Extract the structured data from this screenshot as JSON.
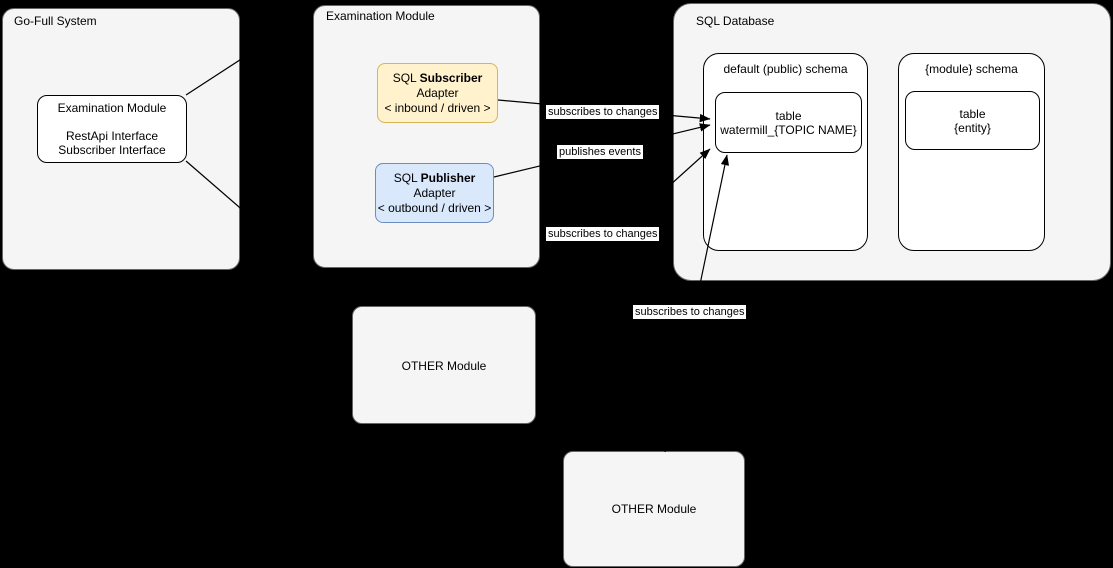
{
  "canvas": {
    "background": "#000000"
  },
  "colors": {
    "container_fill": "#f5f5f5",
    "container_border": "#666666",
    "box_border": "#000000",
    "subscriber_fill": "#FFF2CC",
    "subscriber_border": "#D6B656",
    "publisher_fill": "#DAE8FC",
    "publisher_border": "#6C8EBF",
    "edge_color": "#000000"
  },
  "go_full_system": {
    "title": "Go-Full System",
    "inner_module": {
      "line1": "Examination Module",
      "line2": "RestApi Interface",
      "line3": "Subscriber Interface"
    }
  },
  "examination_module": {
    "title": "Examination Module",
    "subscriber_adapter": {
      "line1_normal": "SQL ",
      "line1_bold": "Subscriber",
      "line2": "Adapter",
      "line3": "< inbound / driven >"
    },
    "publisher_adapter": {
      "line1_normal": "SQL ",
      "line1_bold": "Publisher",
      "line2": "Adapter",
      "line3": "< outbound / driven >"
    }
  },
  "sql_database": {
    "title": "SQL Database",
    "default_schema": {
      "title": "default (public) schema",
      "table": {
        "line1": "table",
        "line2": "watermill_{TOPIC NAME}"
      }
    },
    "module_schema": {
      "title": "{module} schema",
      "table": {
        "line1": "table",
        "line2": "{entity}"
      }
    }
  },
  "other_module_1": {
    "title": "OTHER Module"
  },
  "other_module_2": {
    "title": "OTHER Module"
  },
  "edge_labels": {
    "subscribes_1": "subscribes to changes",
    "publishes": "publishes events",
    "subscribes_2": "subscribes to changes",
    "subscribes_3": "subscribes to changes"
  }
}
